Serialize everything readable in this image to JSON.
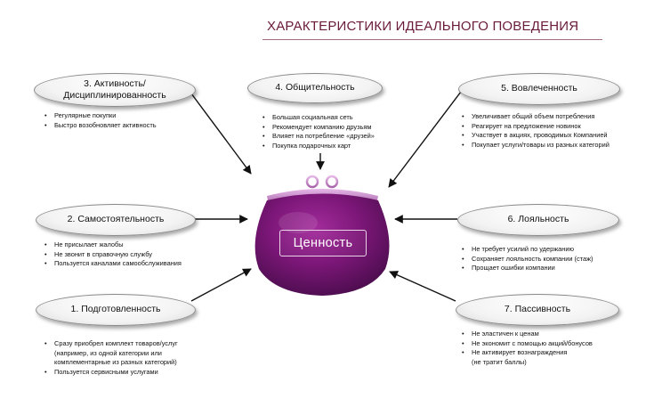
{
  "title": "ХАРАКТЕРИСТИКИ ИДЕАЛЬНОГО ПОВЕДЕНИЯ",
  "center": {
    "label": "Ценность"
  },
  "nodes": [
    {
      "id": "activity",
      "label": "3. Активность/\nДисциплинированность",
      "bullets": [
        "Регулярные покупки",
        "Быстро возобновляет активность"
      ]
    },
    {
      "id": "sociability",
      "label": "4. Общительность",
      "bullets": [
        "Большая социальная сеть",
        "Рекомендует компанию друзьям",
        "Влияет на потребление «друзей»",
        "Покупка подарочных карт"
      ]
    },
    {
      "id": "engagement",
      "label": "5. Вовлеченность",
      "bullets": [
        "Увеличивает общий объем потребления",
        "Реагирует на предложение новинок",
        "Участвует в акциях, проводимых Компанией",
        "Покупает услуги/товары  из разных категорий"
      ]
    },
    {
      "id": "independence",
      "label": "2. Самостоятельность",
      "bullets": [
        "Не присылает жалобы",
        "Не звонит в справочную службу",
        "Пользуется каналами самообслуживания"
      ]
    },
    {
      "id": "loyalty",
      "label": "6. Лояльность",
      "bullets": [
        "Не требует усилий по удержанию",
        "Сохраняет лояльность компании (стаж)",
        "Прощает ошибки компании"
      ]
    },
    {
      "id": "preparedness",
      "label": "1. Подготовленность",
      "bullets": [
        "Сразу приобрел комплект товаров/услуг\n(например, из одной категории или\nкомплементарные из разных категорий)",
        "Пользуется сервисными услугами"
      ]
    },
    {
      "id": "passivity",
      "label": "7. Пассивность",
      "bullets": [
        "Не эластичен к ценам",
        "Не экономит с помощью акций/бонусов",
        "Не активирует вознаграждения\n(не тратит баллы)"
      ]
    }
  ]
}
